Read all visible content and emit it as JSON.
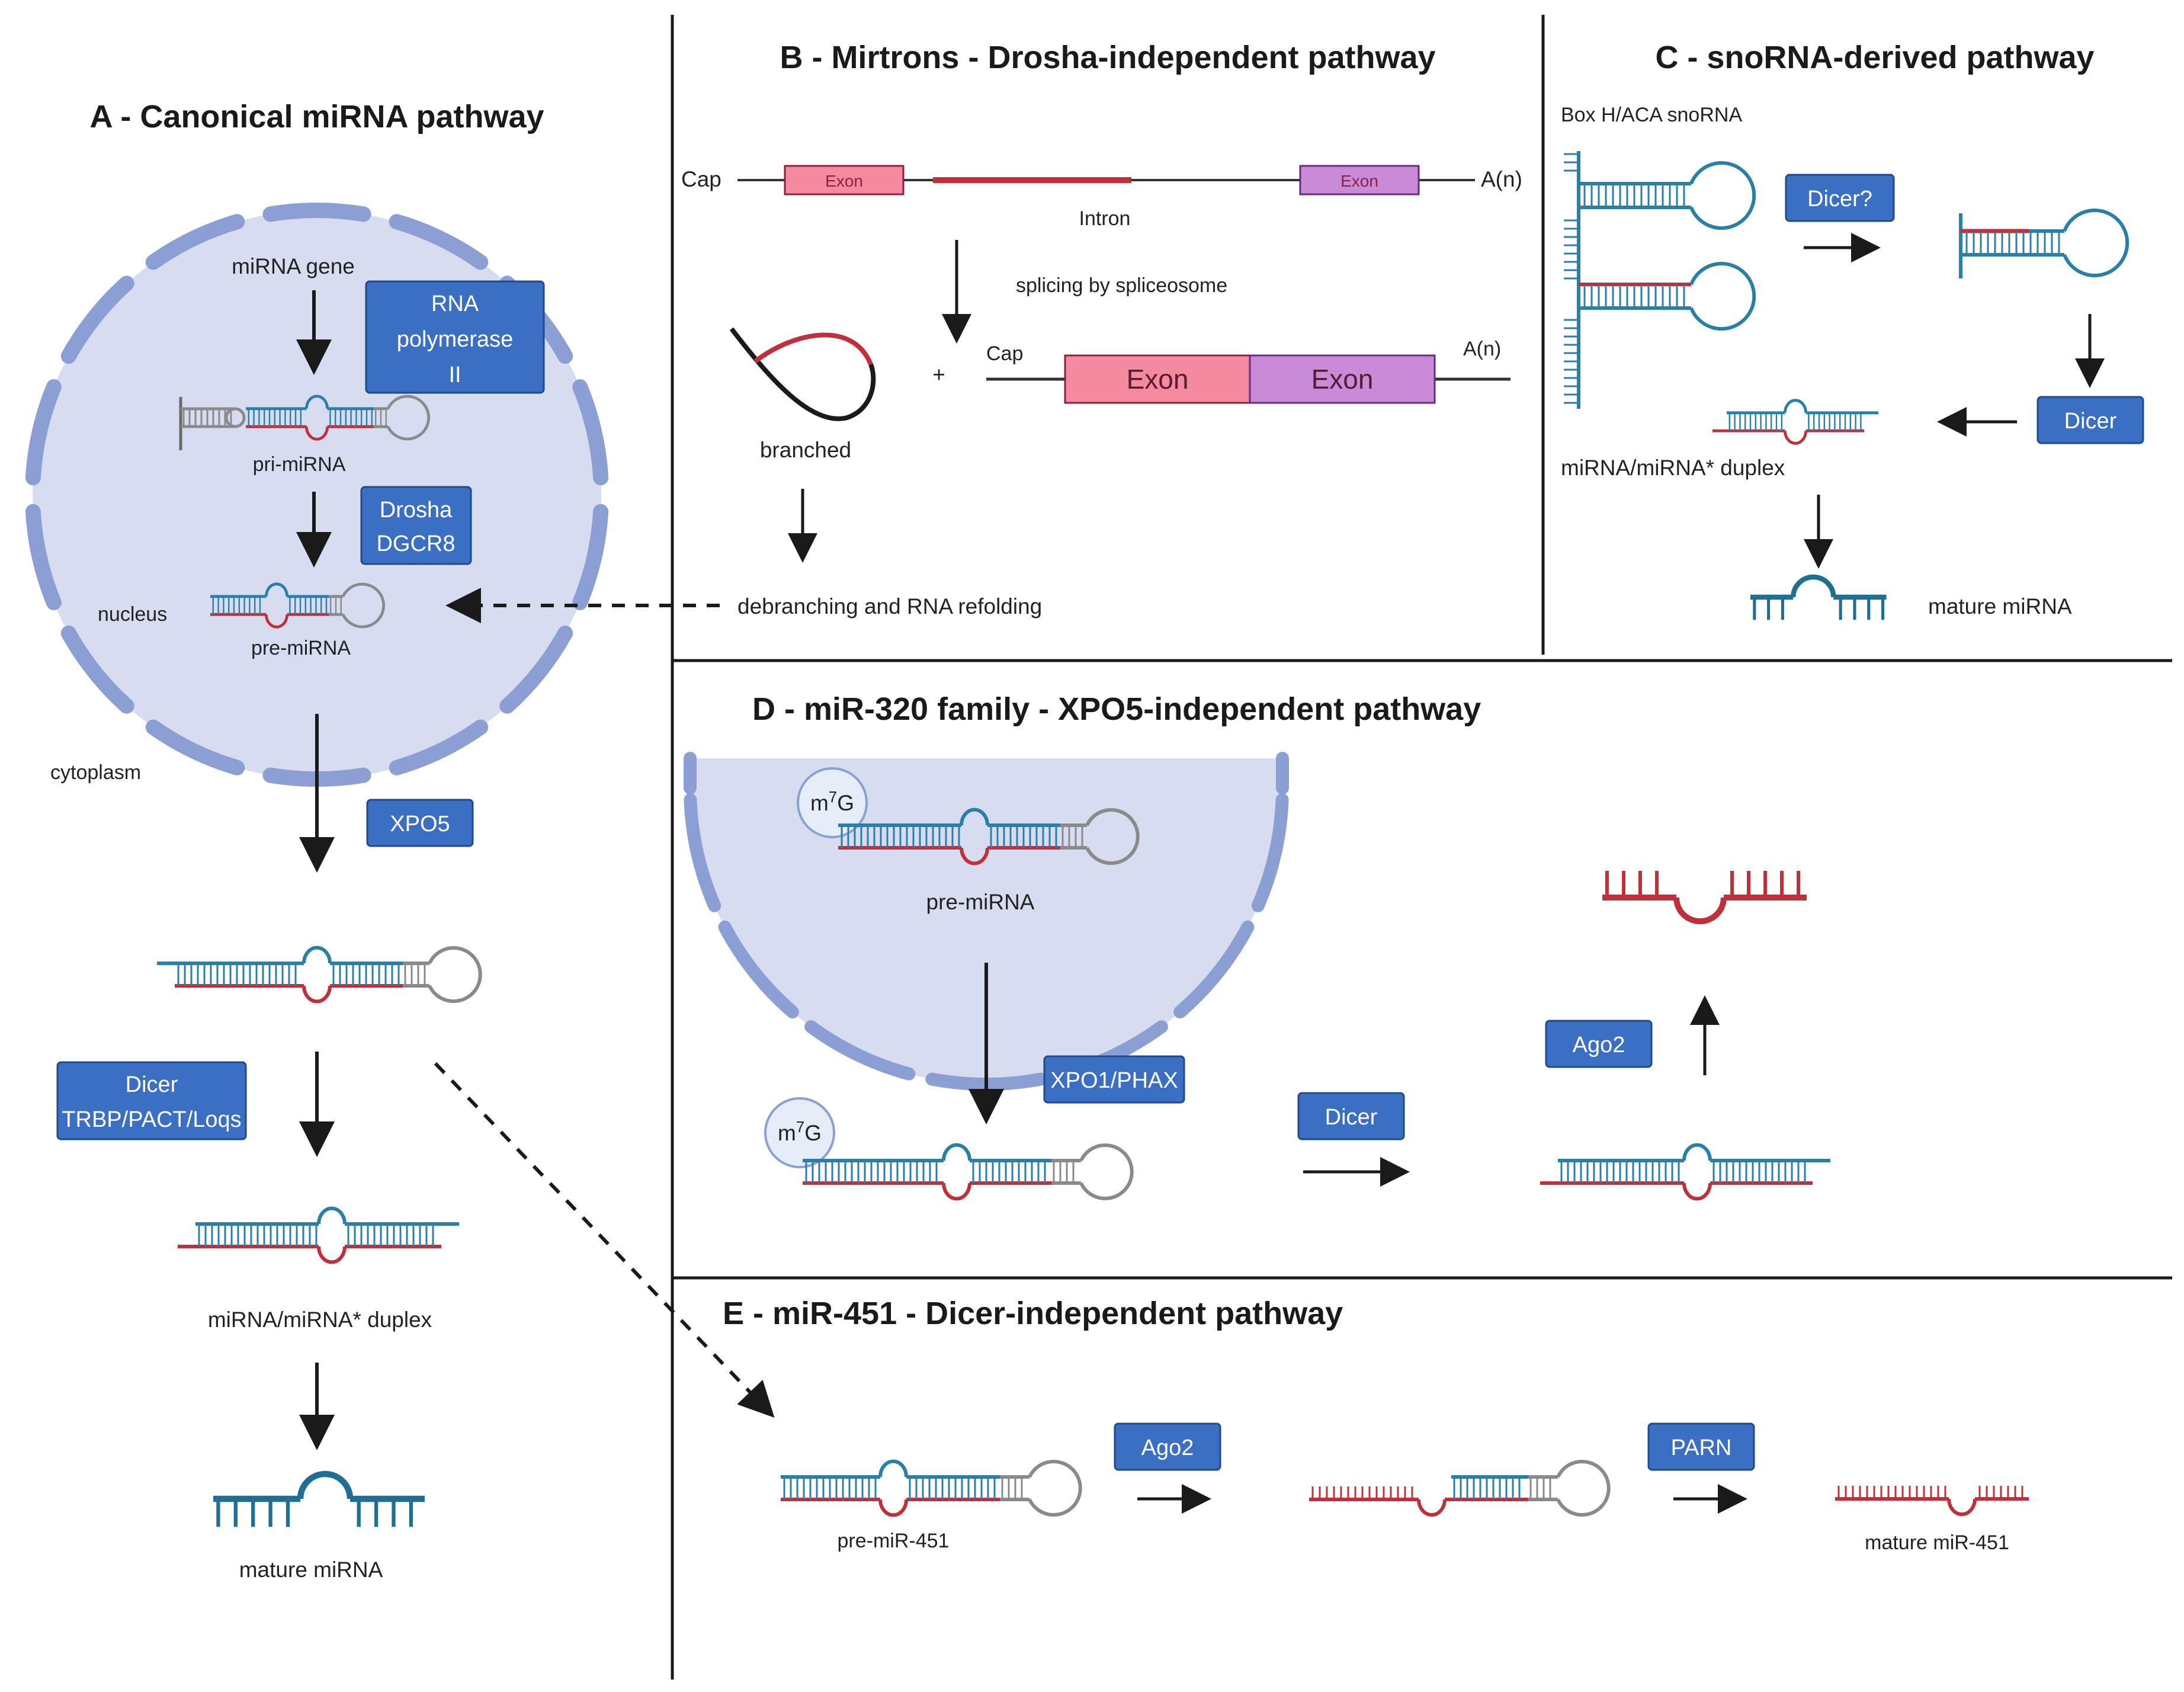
{
  "colors": {
    "box_fill": "#3a6fc4",
    "box_stroke": "#1f4a8c",
    "blue_strand": "#2a7fa8",
    "red_strand": "#c0303a",
    "loop_gray": "#8a8a8a",
    "nucleus_fill": "#d8dcf0",
    "membrane": "#8c9fd4",
    "exon_pink": "#f48aa0",
    "exon_purple": "#c98bd8"
  },
  "panel_a": {
    "title": "A - Canonical miRNA pathway",
    "mirna_gene": "miRNA gene",
    "pri_mirna": "pri-miRNA",
    "nucleus": "nucleus",
    "pre_mirna": "pre-miRNA",
    "cytoplasm": "cytoplasm",
    "duplex": "miRNA/miRNA* duplex",
    "mature": "mature miRNA",
    "boxes": {
      "polymerase": [
        "RNA",
        "polymerase",
        "II"
      ],
      "drosha": [
        "Drosha",
        "DGCR8"
      ],
      "xpo5": "XPO5",
      "dicer": [
        "Dicer",
        "TRBP/PACT/Loqs"
      ]
    }
  },
  "panel_b": {
    "title": "B - Mirtrons - Drosha-independent pathway",
    "cap": "Cap",
    "poly_a": "A(n)",
    "exon_small": "Exon",
    "intron": "Intron",
    "splicing": "splicing by spliceosome",
    "branched": "branched",
    "plus": "+",
    "cap2": "Cap",
    "poly_a2": "A(n)",
    "exon_big_1": "Exon",
    "exon_big_2": "Exon",
    "debranching": "debranching and RNA refolding"
  },
  "panel_c": {
    "title": "C - snoRNA-derived pathway",
    "snorna": "Box H/ACA snoRNA",
    "dicer_q": "Dicer?",
    "dicer": "Dicer",
    "duplex": "miRNA/miRNA* duplex",
    "mature": "mature miRNA"
  },
  "panel_d": {
    "title": "D - miR-320 family - XPO5-independent pathway",
    "m7g": "m7G",
    "pre_mirna": "pre-miRNA",
    "xpo1": "XPO1/PHAX",
    "dicer": "Dicer",
    "ago2": "Ago2"
  },
  "panel_e": {
    "title": "E - miR-451 - Dicer-independent pathway",
    "ago2": "Ago2",
    "parn": "PARN",
    "pre_mir451": "pre-miR-451",
    "mature_mir451": "mature miR-451"
  }
}
